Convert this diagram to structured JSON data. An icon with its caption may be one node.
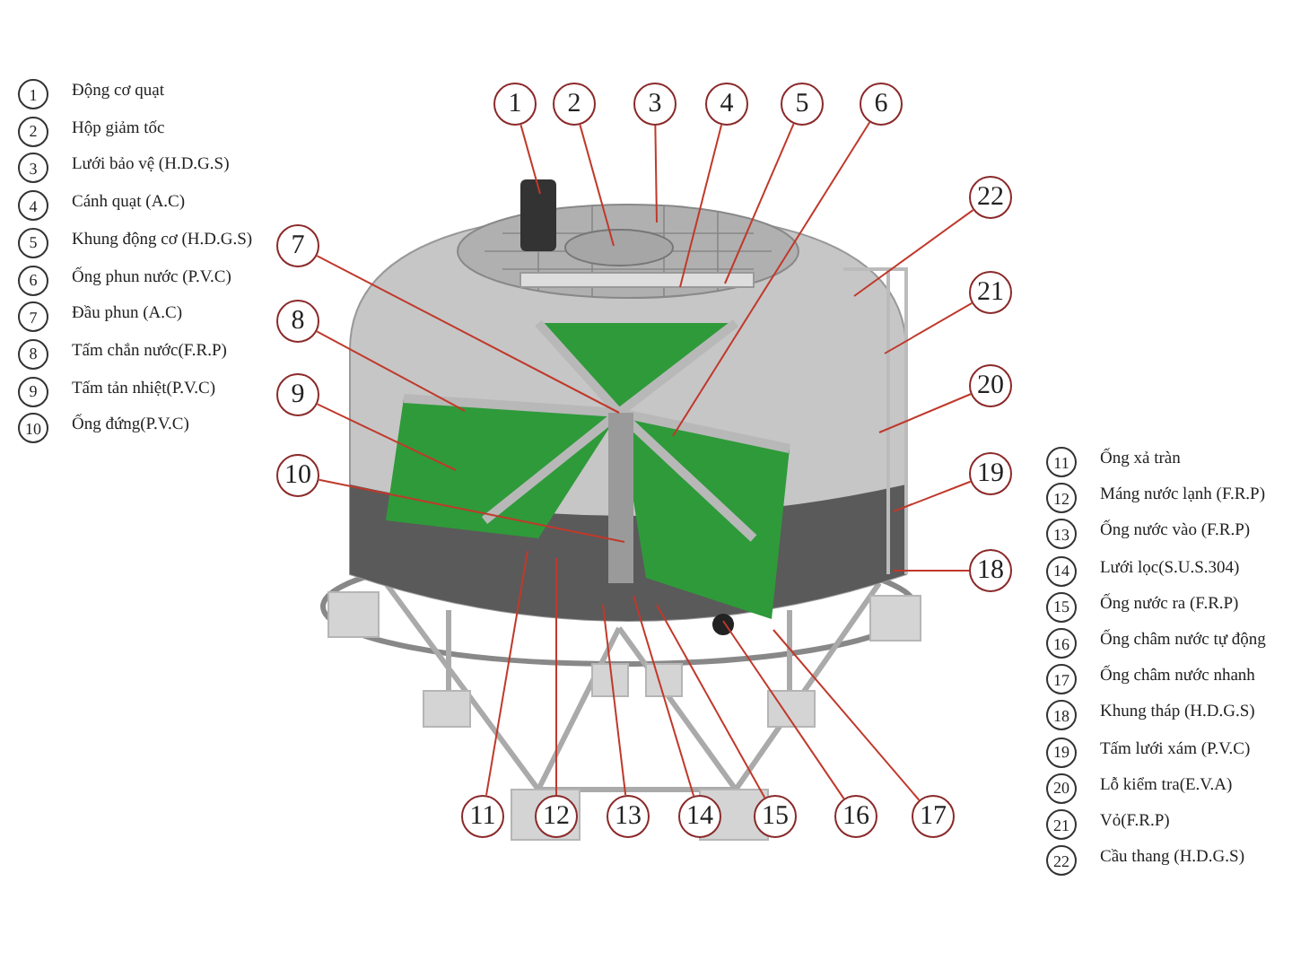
{
  "diagram": {
    "nodes": [
      {
        "text": [
          "1"
        ]
      },
      {
        "text": [
          "2"
        ]
      },
      {
        "text": [
          "3"
        ]
      },
      {
        "text": [
          "4"
        ]
      },
      {
        "text": [
          "5"
        ]
      },
      {
        "text": [
          "6"
        ]
      },
      {
        "text": [
          "7"
        ]
      },
      {
        "text": [
          "8"
        ]
      },
      {
        "text": [
          "9"
        ]
      },
      {
        "text": [
          "10"
        ]
      },
      {
        "text": [
          "11"
        ]
      },
      {
        "text": [
          "12"
        ]
      },
      {
        "text": [
          "13"
        ]
      },
      {
        "text": [
          "14"
        ]
      },
      {
        "text": [
          "15"
        ]
      },
      {
        "text": [
          "16"
        ]
      },
      {
        "text": [
          "17"
        ]
      },
      {
        "text": [
          "18"
        ]
      },
      {
        "text": [
          "19"
        ]
      },
      {
        "text": [
          "20"
        ]
      },
      {
        "text": [
          "21"
        ]
      },
      {
        "text": [
          "22"
        ]
      }
    ],
    "edges": [
      {
        "from": 0,
        "to": null,
        "arrow": "none"
      },
      {
        "from": 1,
        "to": null,
        "arrow": "none"
      },
      {
        "from": 2,
        "to": null,
        "arrow": "none"
      },
      {
        "from": 3,
        "to": null,
        "arrow": "none"
      },
      {
        "from": 4,
        "to": null,
        "arrow": "none"
      },
      {
        "from": 5,
        "to": null,
        "arrow": "none"
      },
      {
        "from": 6,
        "to": null,
        "arrow": "none"
      },
      {
        "from": 7,
        "to": null,
        "arrow": "none"
      },
      {
        "from": 8,
        "to": null,
        "arrow": "none"
      },
      {
        "from": 9,
        "to": null,
        "arrow": "none"
      },
      {
        "from": 10,
        "to": null,
        "arrow": "none"
      },
      {
        "from": 11,
        "to": null,
        "arrow": "none"
      },
      {
        "from": 12,
        "to": null,
        "arrow": "none"
      },
      {
        "from": 13,
        "to": null,
        "arrow": "none"
      },
      {
        "from": 14,
        "to": null,
        "arrow": "none"
      },
      {
        "from": 15,
        "to": null,
        "arrow": "none"
      },
      {
        "from": 16,
        "to": null,
        "arrow": "none"
      },
      {
        "from": 17,
        "to": null,
        "arrow": "none"
      },
      {
        "from": 18,
        "to": null,
        "arrow": "none"
      },
      {
        "from": 19,
        "to": null,
        "arrow": "none"
      },
      {
        "from": 20,
        "to": null,
        "arrow": "none"
      },
      {
        "from": 21,
        "to": null,
        "arrow": "none"
      }
    ],
    "labels": [
      "1",
      "Động cơ quạt",
      "2",
      "Hộp giảm tốc",
      "3",
      "Lưới bảo vệ (H.D.G.S)",
      "4",
      "Cánh quạt (A.C)",
      "5",
      "Khung động cơ (H.D.G.S)",
      "6",
      "Ống phun nước (P.V.C)",
      "7",
      "Đầu phun (A.C)",
      "8",
      "Tấm chắn nước(F.R.P)",
      "9",
      "Tấm tản nhiệt(P.V.C)",
      "10",
      "Ống đứng(P.V.C)",
      "11",
      "Ống xả tràn",
      "12",
      "Máng nước lạnh (F.R.P)",
      "13",
      "Ống nước vào (F.R.P)",
      "14",
      "Lưới lọc(S.U.S.304)",
      "15",
      "Ống nước ra (F.R.P)",
      "16",
      "Ống châm nước tự động",
      "17",
      "Ống châm nước nhanh",
      "18",
      "Khung tháp (H.D.G.S)",
      "19",
      "Tấm lưới xám (P.V.C)",
      "20",
      "Lỗ kiểm tra(E.V.A)",
      "21",
      "Vỏ(F.R.P)",
      "22",
      "Cầu thang (H.D.G.S)"
    ]
  }
}
